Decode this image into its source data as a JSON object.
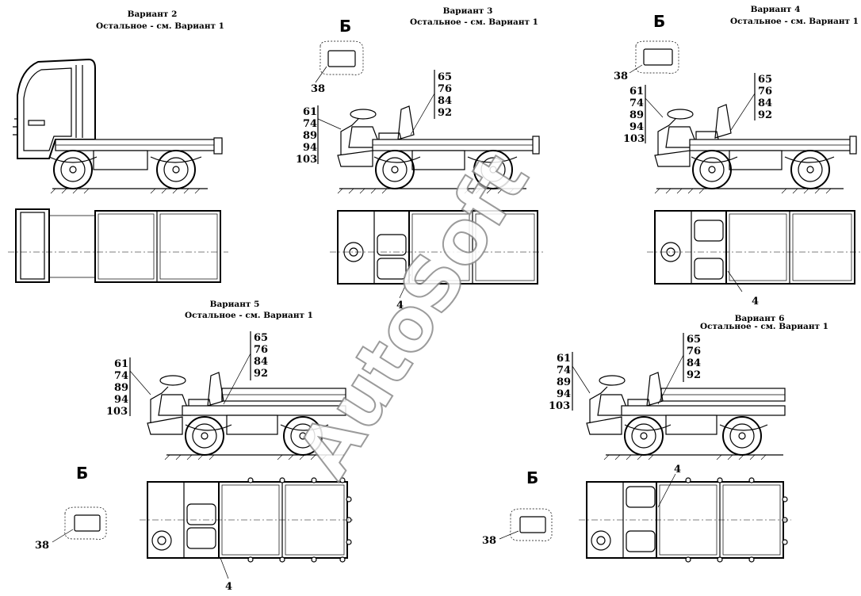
{
  "titles": {
    "v2": {
      "line1": "Вариант 2",
      "line2": "Остальное - см. Вариант 1"
    },
    "v3": {
      "line1": "Вариант 3",
      "line2": "Остальное - см. Вариант 1"
    },
    "v4": {
      "line1": "Вариант 4",
      "line2": "Остальное - см. Вариант 1"
    },
    "v5": {
      "line1": "Вариант 5",
      "line2": "Остальное - см. Вариант 1"
    },
    "v6": {
      "line1": "Вариант 6",
      "line2": "Остальное - см. Вариант 1"
    }
  },
  "view_label": "Б",
  "callouts": {
    "left_group": [
      "61",
      "74",
      "89",
      "94",
      "103"
    ],
    "right_group": [
      "65",
      "76",
      "84",
      "92"
    ],
    "plate": "38",
    "platform": "4"
  },
  "watermark": "AutoSoft"
}
